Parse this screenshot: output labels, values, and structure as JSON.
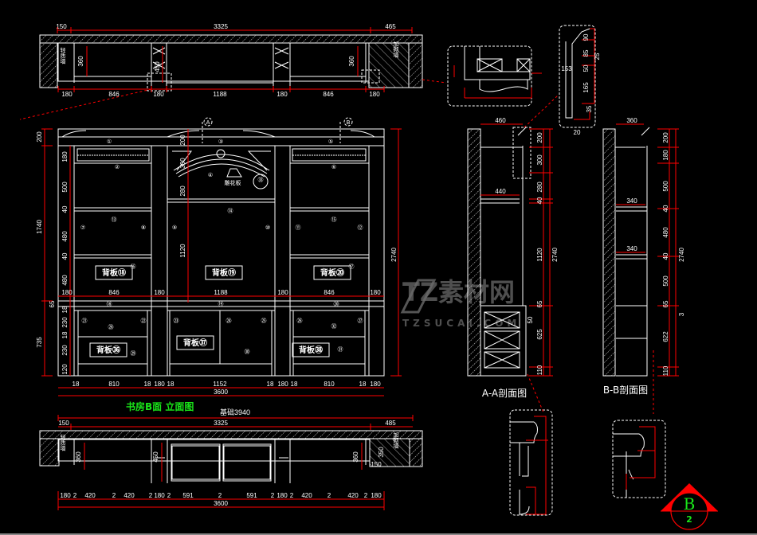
{
  "top_plan": {
    "dims_top": [
      "150",
      "3325",
      "465"
    ],
    "dims_bottom": [
      "180",
      "846",
      "180",
      "1188",
      "180",
      "846",
      "180"
    ],
    "depth_left": "360",
    "depth_mid": "450",
    "depth_right": "360",
    "wall_label_left": "轻质墙",
    "wall_label_right": "加砌墙"
  },
  "elevation": {
    "section_markers": [
      "A",
      "B"
    ],
    "dims_left": [
      "200",
      "1740",
      "735"
    ],
    "dim_right": "2740",
    "inner_vertical": [
      "180",
      "500",
      "40",
      "480",
      "40",
      "480",
      "65",
      "18",
      "230",
      "18",
      "230",
      "120"
    ],
    "center_vertical": [
      "200",
      "300",
      "280",
      "1120"
    ],
    "horizontal_mid": [
      "180",
      "846",
      "180",
      "1188",
      "180",
      "846",
      "180"
    ],
    "horizontal_bottom": [
      "18",
      "810",
      "18",
      "180",
      "18",
      "1152",
      "18",
      "180",
      "18",
      "810",
      "18",
      "180"
    ],
    "total_width": "3600",
    "part_numbers": [
      "①",
      "②",
      "③",
      "④",
      "⑤",
      "⑥",
      "⑦",
      "⑧",
      "⑨",
      "⑩",
      "⑪",
      "⑫",
      "⑬",
      "⑭",
      "⑮",
      "⑯",
      "⑰",
      "⑱",
      "⑲",
      "⑳",
      "㉑",
      "㉒",
      "㉓",
      "㉔",
      "㉕",
      "㉖",
      "㉗",
      "㉘",
      "㉙",
      "㉚",
      "㉛",
      "㉜",
      "㉝"
    ],
    "back_panels": [
      "背板⑱",
      "背板⑲",
      "背板⑳",
      "背板㊱",
      "背板㊲",
      "背板㊳"
    ],
    "carving_label": "雕花板",
    "title": "书房B面  立面图",
    "foundation": "基础3940"
  },
  "bottom_plan": {
    "dim_top": [
      "150",
      "3325",
      "485"
    ],
    "dims_bottom": [
      "180",
      "2",
      "420",
      "2",
      "420",
      "2",
      "180",
      "2",
      "591",
      "2",
      "591",
      "2",
      "180",
      "2",
      "420",
      "2",
      "420",
      "2",
      "180"
    ],
    "total": "3600",
    "depths": [
      "360",
      "450",
      "360",
      "350",
      "150"
    ],
    "wall_label_left": "轻质墙",
    "wall_label_right": "加砌墙"
  },
  "detail_top": {
    "dims": [
      "90",
      "85",
      "50",
      "165",
      "35",
      "153",
      "20",
      "25"
    ]
  },
  "section_aa": {
    "title": "A-A剖面图",
    "width_top": "460",
    "shelf": "440",
    "dims": [
      "200",
      "300",
      "280",
      "40",
      "1120",
      "65",
      "625",
      "110",
      "50"
    ],
    "total": "2740"
  },
  "section_bb": {
    "title": "B-B剖面图",
    "width_top": "360",
    "shelves": [
      "340",
      "340"
    ],
    "dims": [
      "200",
      "180",
      "500",
      "40",
      "480",
      "40",
      "500",
      "65",
      "622",
      "110"
    ],
    "total": "2740",
    "side": "3"
  },
  "sheet_marker": {
    "letter": "B",
    "number": "2",
    "color": "#ff0000"
  },
  "watermark": {
    "brand": "TZ素材网",
    "url": "TZSUCAI.COM"
  }
}
